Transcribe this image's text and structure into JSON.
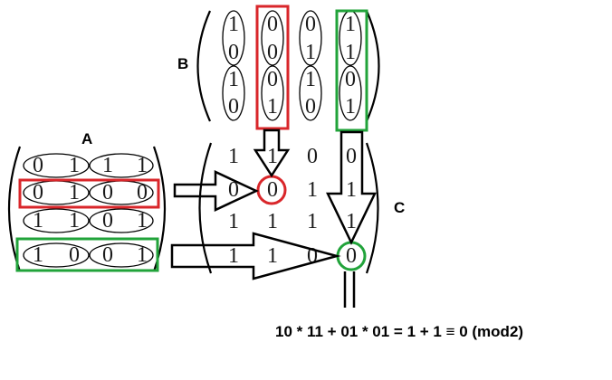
{
  "labels": {
    "a": "A",
    "b": "B",
    "c": "C"
  },
  "matrix_a": [
    [
      "0",
      "1",
      "1",
      "1"
    ],
    [
      "0",
      "1",
      "0",
      "0"
    ],
    [
      "1",
      "1",
      "0",
      "1"
    ],
    [
      "1",
      "0",
      "0",
      "1"
    ]
  ],
  "matrix_b": [
    [
      "1",
      "0",
      "0",
      "1"
    ],
    [
      "0",
      "0",
      "1",
      "1"
    ],
    [
      "1",
      "0",
      "1",
      "0"
    ],
    [
      "0",
      "1",
      "0",
      "1"
    ]
  ],
  "matrix_c": [
    [
      "1",
      "1",
      "0",
      "0"
    ],
    [
      "0",
      "0",
      "1",
      "1"
    ],
    [
      "1",
      "1",
      "1",
      "1"
    ],
    [
      "1",
      "1",
      "0",
      "0"
    ]
  ],
  "equation": "10 * 11 + 01 * 01 = 1 + 1 ≡ 0 (mod2)",
  "colors": {
    "red": "#d9262a",
    "green": "#21a33a",
    "ink": "#000000"
  },
  "highlights": {
    "a_row": 1,
    "b_col": 1,
    "c_red_cell": [
      1,
      1
    ],
    "a_row_2": 3,
    "b_col_2": 3,
    "c_green_cell": [
      3,
      3
    ]
  }
}
